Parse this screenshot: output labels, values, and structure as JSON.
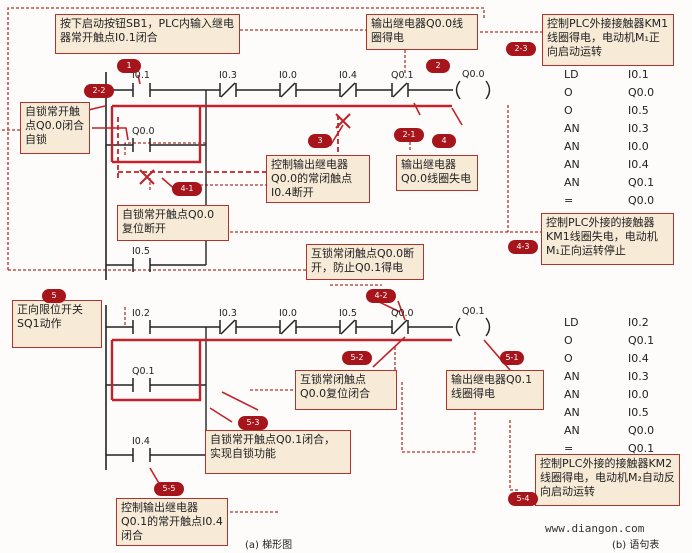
{
  "notes": {
    "n_start": "按下启动按钮SB1，PLC内输入继电器常开触点I0.1闭合",
    "n_q00_on": "输出继电器Q0.0线圈得电",
    "n_km1_on": "控制PLC外接接触器KM1线圈得电，电动机M₁正向启动运转",
    "n_self_lock": "自锁常开触点Q0.0闭合自锁",
    "n_nc_open": "控制输出继电器Q0.0的常闭触点I0.4断开",
    "n_q00_off": "输出继电器Q0.0线圈失电",
    "n_self_reset": "自锁常开触点Q0.0复位断开",
    "n_km1_off": "控制PLC外接的接触器KM1线圈失电，电动机M₁正向运转停止",
    "n_interlock": "互锁常闭触点Q0.0断开，防止Q0.1得电",
    "n_limit": "正向限位开关SQ1动作",
    "n_interlock_reset": "互锁常闭触点Q0.0复位闭合",
    "n_q01_on": "输出继电器Q0.1线圈得电",
    "n_self_q01": "自锁常开触点Q0.1闭合，实现自锁功能",
    "n_km2_on": "控制PLC外接的接触器KM2线圈得电，电动机M₂自动反向启动运转",
    "n_i04_nc": "控制输出继电器Q0.1的常开触点I0.4闭合"
  },
  "badges": {
    "b1": "1",
    "b2": "2",
    "b23": "2-3",
    "b22": "2-2",
    "b21": "2-1",
    "b3": "3",
    "b4": "4",
    "b41": "4-1",
    "b43": "4-3",
    "b42": "4-2",
    "b5": "5",
    "b52": "5-2",
    "b51": "5-1",
    "b53": "5-3",
    "b54": "5-4",
    "b55": "5-5"
  },
  "rung1": {
    "i01": "I0.1",
    "i03": "I0.3",
    "i00": "I0.0",
    "i04": "I0.4",
    "q01": "Q0.1",
    "q00_coil": "Q0.0",
    "q00_branch": "Q0.0",
    "i05": "I0.5"
  },
  "rung2": {
    "i02": "I0.2",
    "i03": "I0.3",
    "i00": "I0.0",
    "i05": "I0.5",
    "q00": "Q0.0",
    "q01_coil": "Q0.1",
    "q01_branch": "Q0.1",
    "i04": "I0.4"
  },
  "il1": [
    {
      "op": "LD",
      "arg": "I0.1"
    },
    {
      "op": "O",
      "arg": "Q0.0"
    },
    {
      "op": "O",
      "arg": "I0.5"
    },
    {
      "op": "AN",
      "arg": "I0.3"
    },
    {
      "op": "AN",
      "arg": "I0.0"
    },
    {
      "op": "AN",
      "arg": "I0.4"
    },
    {
      "op": "AN",
      "arg": "Q0.1"
    },
    {
      "op": "=",
      "arg": "Q0.0"
    }
  ],
  "il2": [
    {
      "op": "LD",
      "arg": "I0.2"
    },
    {
      "op": "O",
      "arg": "Q0.1"
    },
    {
      "op": "O",
      "arg": "I0.4"
    },
    {
      "op": "AN",
      "arg": "I0.3"
    },
    {
      "op": "AN",
      "arg": "I0.0"
    },
    {
      "op": "AN",
      "arg": "I0.5"
    },
    {
      "op": "AN",
      "arg": "Q0.0"
    },
    {
      "op": "=",
      "arg": "Q0.1"
    }
  ],
  "captions": {
    "cap_a": "(a) 梯形图",
    "cap_b": "(b) 语句表",
    "watermark": "www.diangon.com"
  },
  "colors": {
    "accent": "#b0342b",
    "box_fill": "#f7ead7",
    "badge": "#a5151b",
    "wire": "#222222"
  }
}
